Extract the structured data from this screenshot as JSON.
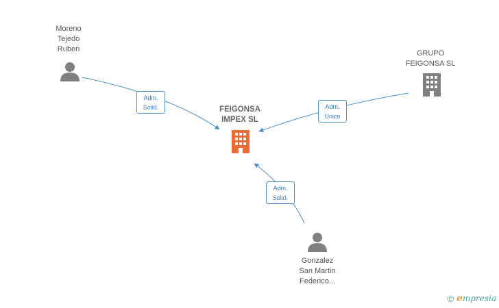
{
  "nodes": {
    "center": {
      "label": "FEIGONSA\nIMPEX SL",
      "icon": "building-icon",
      "color": "#f06a35"
    },
    "moreno": {
      "label": "Moreno\nTejedo\nRuben",
      "icon": "person-icon",
      "color": "#808080"
    },
    "grupo": {
      "label": "GRUPO\nFEIGONSA  SL",
      "icon": "building-icon",
      "color": "#808080"
    },
    "gonzalez": {
      "label": "Gonzalez\nSan Martin\nFederico...",
      "icon": "person-icon",
      "color": "#808080"
    }
  },
  "edges": {
    "moreno_to_center": {
      "line1": "Adm.",
      "line2": "Solid."
    },
    "grupo_to_center": {
      "line1": "Adm.",
      "line2": "Unico"
    },
    "gonzalez_to_center": {
      "line1": "Adm.",
      "line2": "Solid."
    }
  },
  "edge_color": "#4a8fd4",
  "footer": {
    "copyright": "©",
    "brand_initial": "e",
    "brand_rest": "mpresia"
  }
}
